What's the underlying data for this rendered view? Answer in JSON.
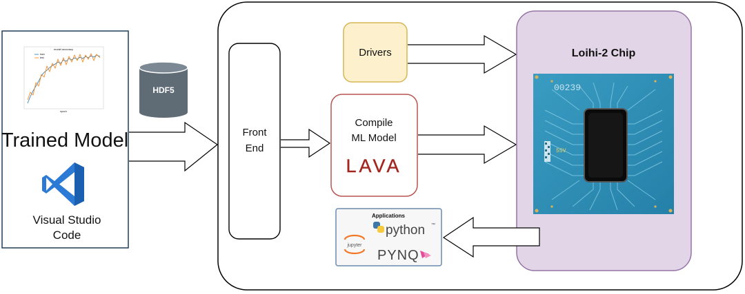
{
  "left_panel": {
    "title": "Trained Model",
    "ide_label_line1": "Visual Studio",
    "ide_label_line2": "Code",
    "plot_title": "model accuracy",
    "plot_legend": [
      "train",
      "test"
    ],
    "plot_xlabel": "epoch",
    "plot_ylabel": "accuracy"
  },
  "database": {
    "label": "HDF5"
  },
  "front_end": {
    "line1": "Front",
    "line2": "End"
  },
  "drivers": {
    "label": "Drivers"
  },
  "compile": {
    "line1": "Compile",
    "line2": "ML Model",
    "logo_text": "LAVA"
  },
  "chip": {
    "title": "Loihi-2 Chip",
    "marking": "00239",
    "marking2": "55V"
  },
  "applications": {
    "title": "Applications",
    "items": [
      "jupyter",
      "python",
      "PYNQ"
    ],
    "tm": "™"
  },
  "colors": {
    "drivers_fill": "#fdf0cc",
    "drivers_stroke": "#d7b656",
    "compile_stroke": "#b85450",
    "chip_panel_fill": "#e1d5e7",
    "chip_panel_stroke": "#9673a6",
    "pcb": "#2f8fb5",
    "vscode_blue": "#2a7ad6",
    "db_gray": "#5f6b75",
    "lava_red": "#a3261f"
  }
}
